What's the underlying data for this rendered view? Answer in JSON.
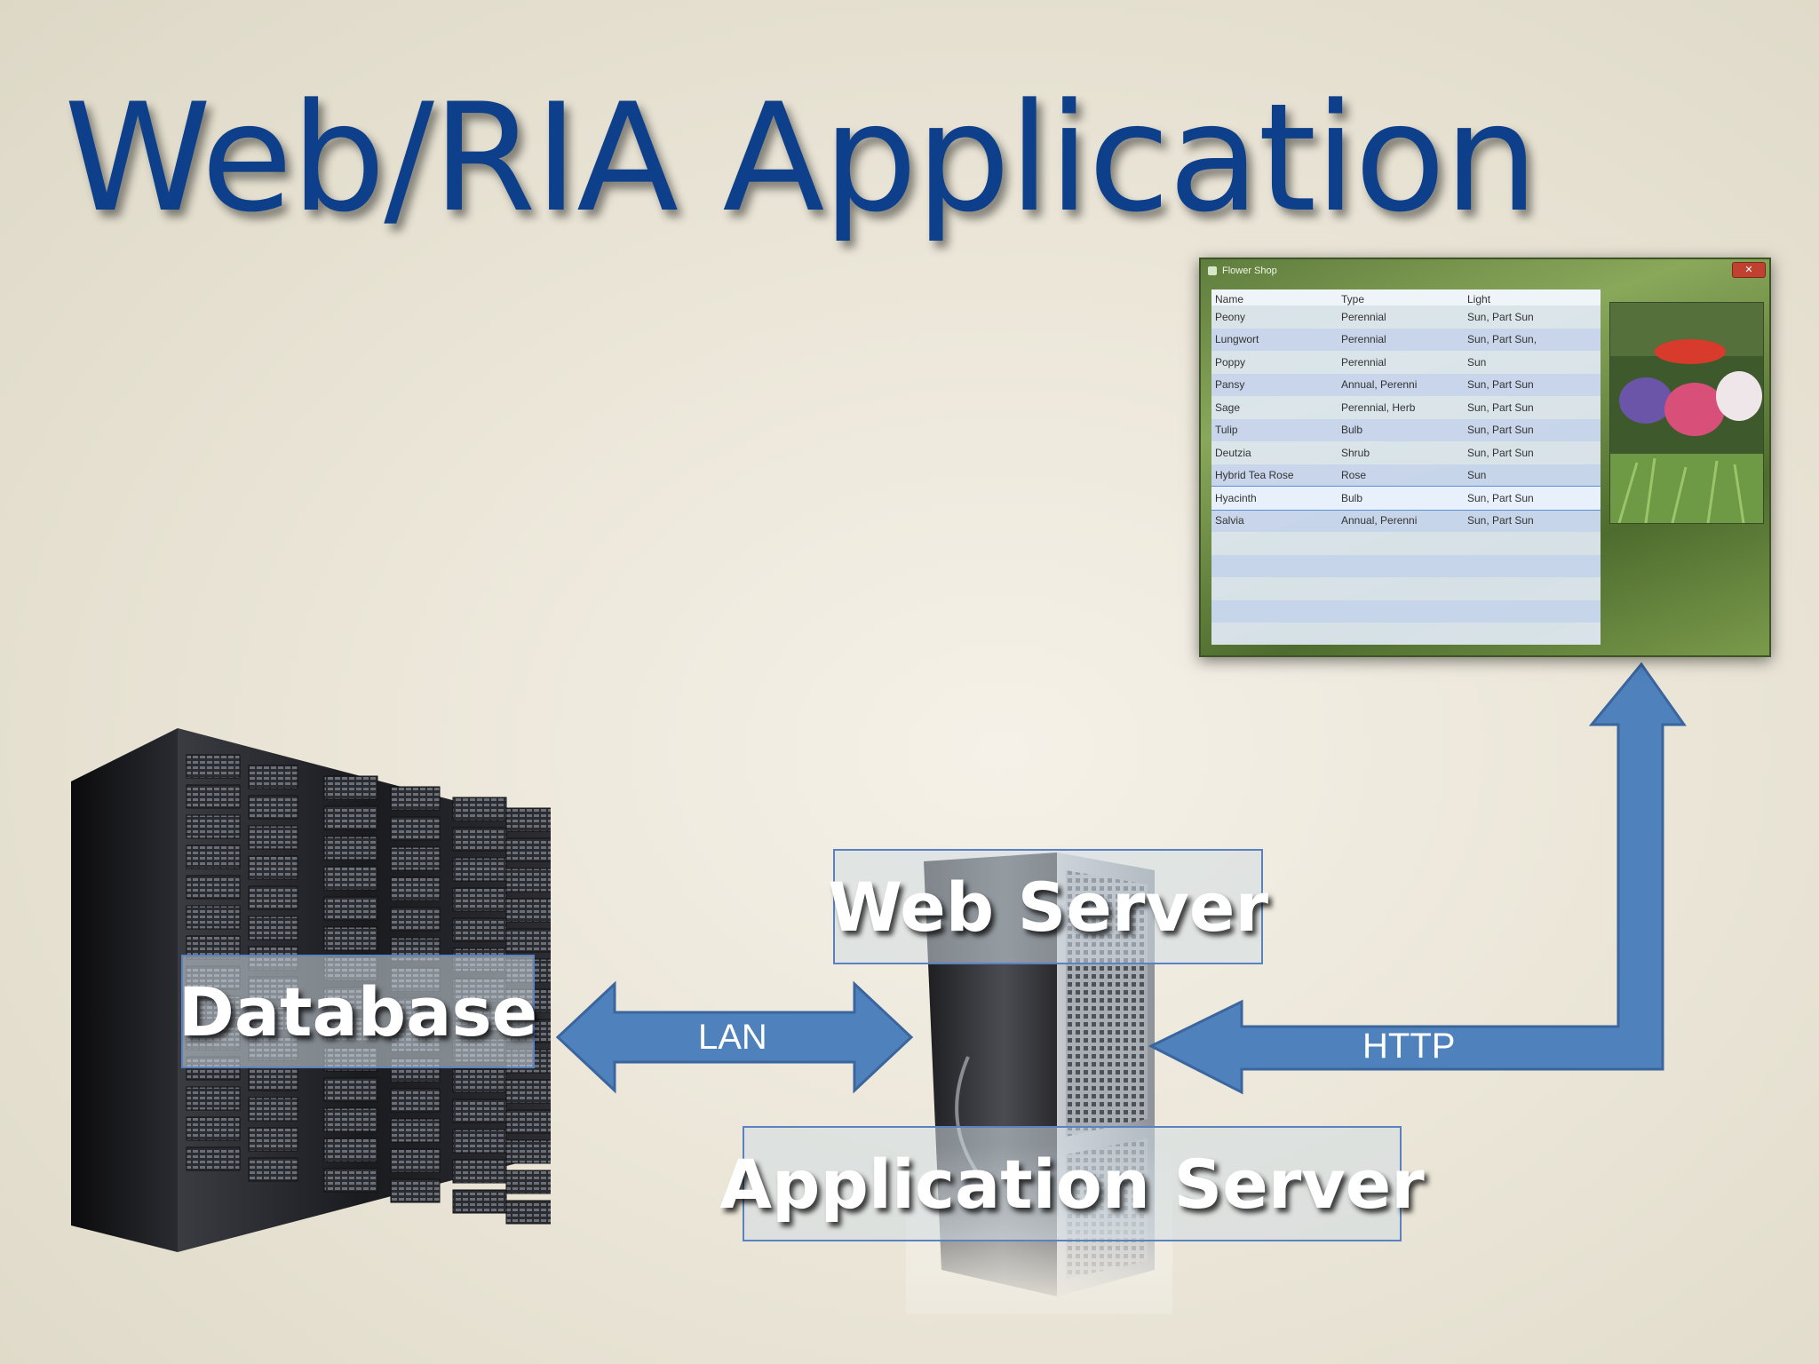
{
  "slide": {
    "title": "Web/RIA Application"
  },
  "labels": {
    "database": "Database",
    "web_server": "Web Server",
    "application_server": "Application Server",
    "lan": "LAN",
    "http": "HTTP"
  },
  "colors": {
    "title": "#0e3f8a",
    "arrow_fill": "#4f81bd",
    "arrow_stroke": "#3a669d",
    "label_box_border": "#5a82c0"
  },
  "flower_shop": {
    "window_title": "Flower Shop",
    "close_label": "✕",
    "columns": [
      "Name",
      "Type",
      "Light"
    ],
    "rows": [
      [
        "Peony",
        "Perennial",
        "Sun, Part Sun"
      ],
      [
        "Lungwort",
        "Perennial",
        "Sun, Part Sun,"
      ],
      [
        "Poppy",
        "Perennial",
        "Sun"
      ],
      [
        "Pansy",
        "Annual, Perenni",
        "Sun, Part Sun"
      ],
      [
        "Sage",
        "Perennial, Herb",
        "Sun, Part Sun"
      ],
      [
        "Tulip",
        "Bulb",
        "Sun, Part Sun"
      ],
      [
        "Deutzia",
        "Shrub",
        "Sun, Part Sun"
      ],
      [
        "Hybrid Tea Rose",
        "Rose",
        "Sun"
      ],
      [
        "Hyacinth",
        "Bulb",
        "Sun, Part Sun"
      ],
      [
        "Salvia",
        "Annual, Perenni",
        "Sun, Part Sun"
      ]
    ],
    "selected_row": 8
  },
  "icons": {
    "database": "server-rack-icon",
    "web_server": "tower-server-icon",
    "photo": "flower-photo"
  }
}
